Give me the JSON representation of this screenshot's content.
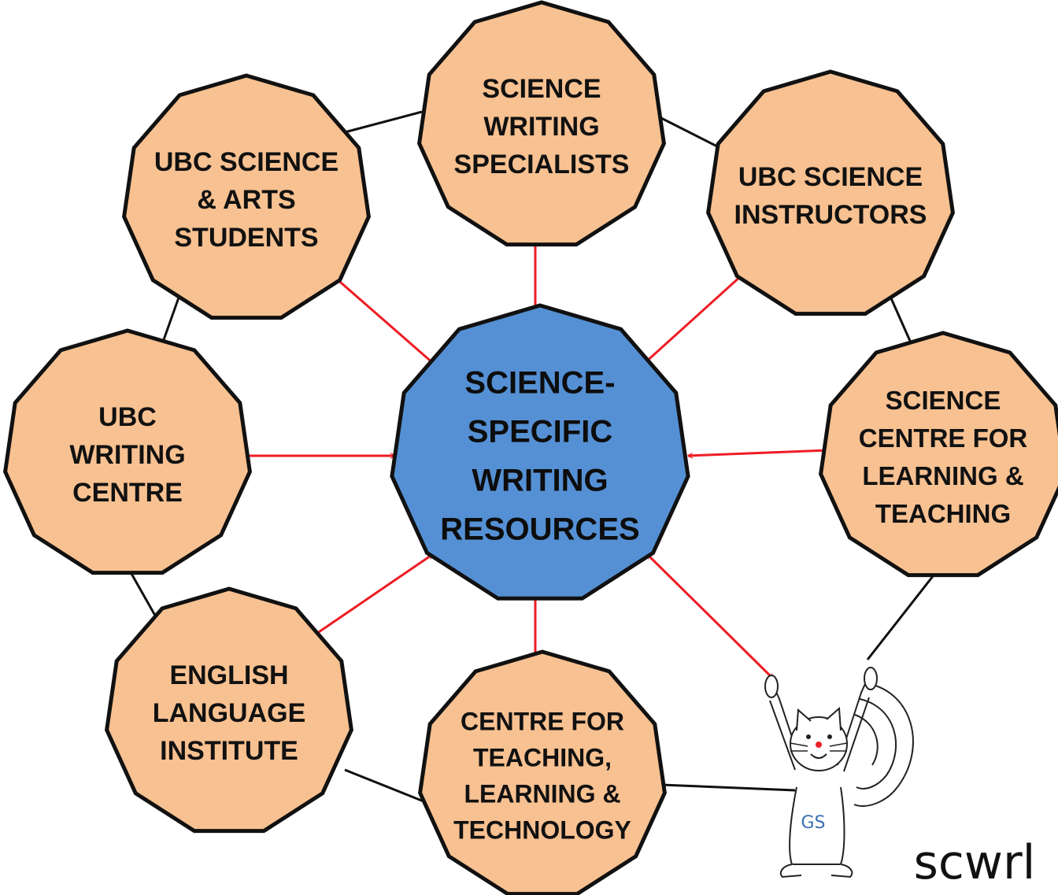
{
  "center": {
    "lines": [
      "SCIENCE-",
      "SPECIFIC",
      "WRITING",
      "RESOURCES"
    ],
    "fill": "#5590d4"
  },
  "nodes": [
    {
      "id": "science-writing-specialists",
      "lines": [
        "SCIENCE",
        "WRITING",
        "SPECIALISTS"
      ]
    },
    {
      "id": "ubc-science-instructors",
      "lines": [
        "UBC SCIENCE",
        "INSTRUCTORS"
      ]
    },
    {
      "id": "science-centre-learning-teaching",
      "lines": [
        "SCIENCE",
        "CENTRE FOR",
        "LEARNING &",
        "TEACHING"
      ]
    },
    {
      "id": "centre-teaching-learning-technology",
      "lines": [
        "CENTRE FOR",
        "TEACHING,",
        "LEARNING &",
        "TECHNOLOGY"
      ]
    },
    {
      "id": "english-language-institute",
      "lines": [
        "ENGLISH",
        "LANGUAGE",
        "INSTITUTE"
      ]
    },
    {
      "id": "ubc-writing-centre",
      "lines": [
        "UBC",
        "WRITING",
        "CENTRE"
      ]
    },
    {
      "id": "ubc-science-arts-students",
      "lines": [
        "UBC SCIENCE",
        "& ARTS",
        "STUDENTS"
      ]
    }
  ],
  "colors": {
    "node_fill": "#f8c191",
    "outline": "#111111",
    "arrow": "#ee1c24"
  },
  "mascot": {
    "label": "GS",
    "icon": "cat-mascot-icon"
  },
  "brand": {
    "text": "scwrl"
  }
}
